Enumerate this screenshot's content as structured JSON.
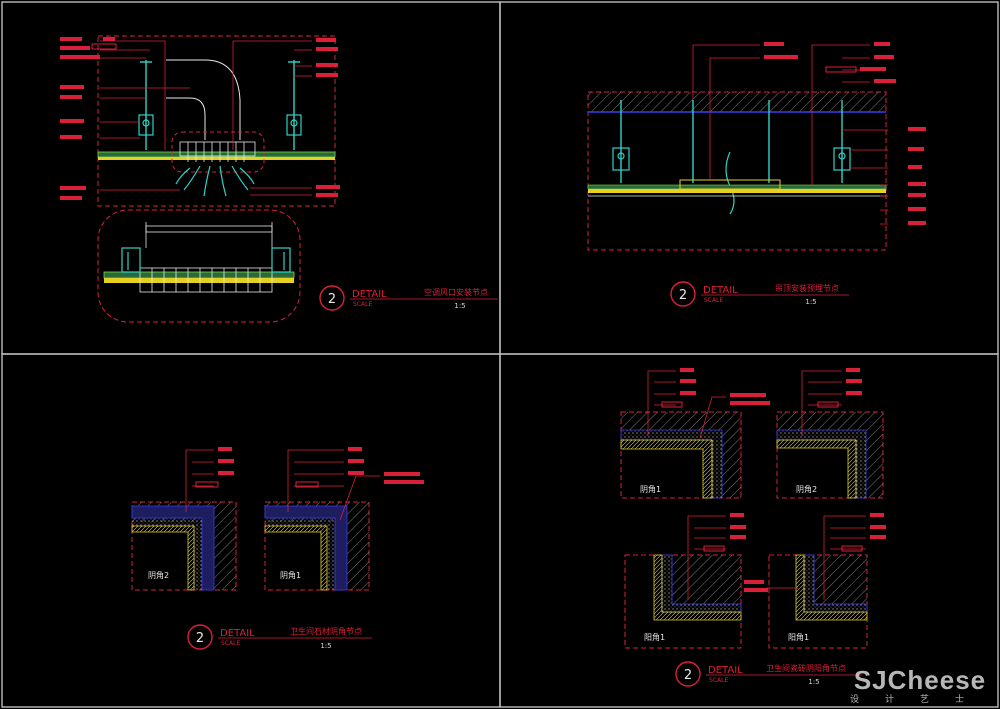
{
  "colors": {
    "frame": "#bdbdbd",
    "red": "#d8203a",
    "yellow": "#e6d21e",
    "cyan": "#2fd3c6",
    "blue": "#3a3cf0",
    "white": "#e8e8e8",
    "green": "#7fd34a"
  },
  "panels": [
    {
      "number": "2",
      "detail": "DETAIL",
      "scale_label": "SCALE",
      "title": "空调风口安装节点",
      "scale": "1:5"
    },
    {
      "number": "2",
      "detail": "DETAIL",
      "scale_label": "SCALE",
      "title": "吊顶安装预埋节点",
      "scale": "1:5"
    },
    {
      "number": "2",
      "detail": "DETAIL",
      "scale_label": "SCALE",
      "title": "卫生间石材阴角节点",
      "scale": "1:5",
      "details": [
        "阴角2",
        "阴角1"
      ]
    },
    {
      "number": "2",
      "detail": "DETAIL",
      "scale_label": "SCALE",
      "title": "卫生间瓷砖阴阳角节点",
      "scale": "1:5",
      "details": [
        "阴角1",
        "阴角2",
        "阳角1",
        "阳角1"
      ]
    }
  ],
  "watermark": {
    "brand": "SJCheese",
    "sub": "设计艺士"
  }
}
